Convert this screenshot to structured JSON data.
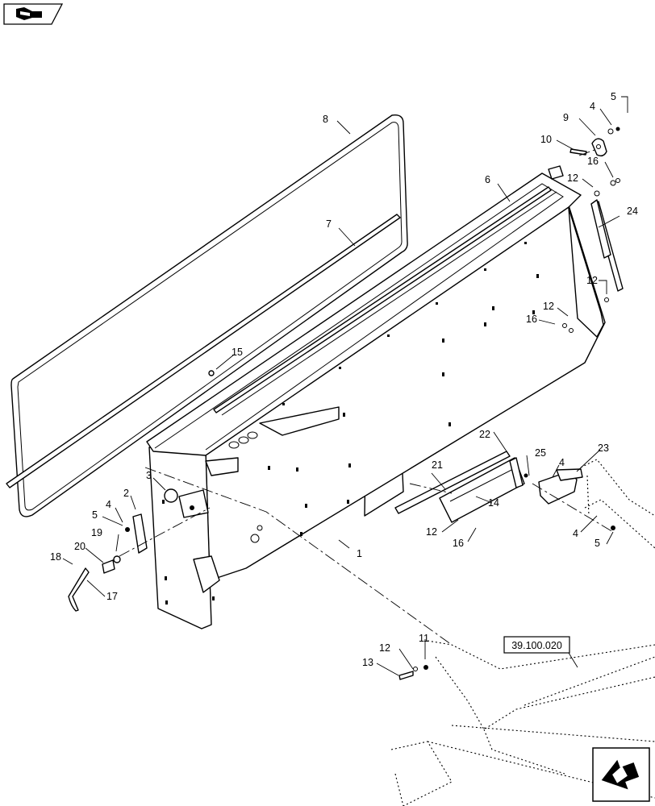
{
  "callouts": {
    "c1": "1",
    "c2": "2",
    "c3": "3",
    "c4a": "4",
    "c4b": "4",
    "c4c": "4",
    "c4d": "4",
    "c5a": "5",
    "c5b": "5",
    "c5c": "5",
    "c6": "6",
    "c7": "7",
    "c8": "8",
    "c9": "9",
    "c10": "10",
    "c11": "11",
    "c12a": "12",
    "c12b": "12",
    "c12c": "12",
    "c12d": "12",
    "c12e": "12",
    "c13": "13",
    "c14": "14",
    "c15": "15",
    "c16a": "16",
    "c16b": "16",
    "c16c": "16",
    "c17": "17",
    "c18": "18",
    "c19": "19",
    "c20": "20",
    "c21": "21",
    "c22": "22",
    "c23": "23",
    "c24": "24",
    "c25": "25"
  },
  "reference_box": {
    "label": "39.100.020"
  },
  "icons": {
    "top_left": "parts-catalog-nav-icon",
    "bottom_right": "next-page-arrow-icon"
  }
}
